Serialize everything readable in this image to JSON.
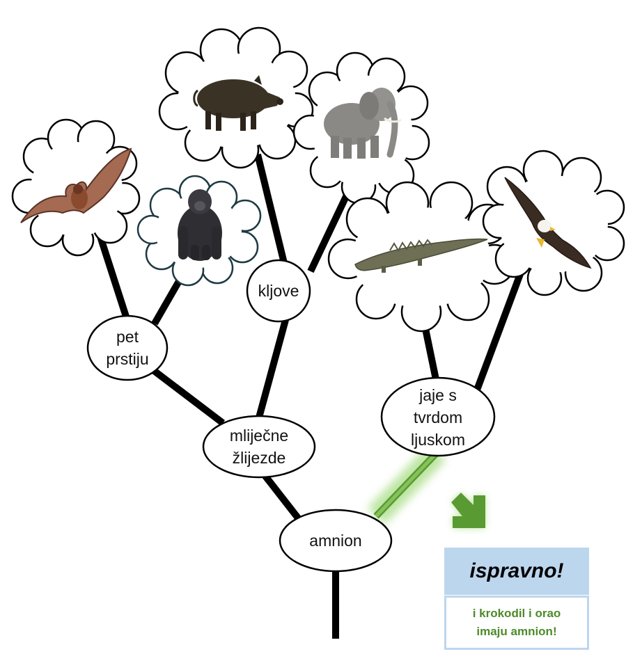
{
  "nodes": {
    "amnion": "amnion",
    "mlijecne_line1": "mliječne",
    "mlijecne_line2": "žlijezde",
    "pet_line1": "pet",
    "pet_line2": "prstiju",
    "kljove": "kljove",
    "jaje_line1": "jaje s",
    "jaje_line2": "tvrdom",
    "jaje_line3": "ljuskom"
  },
  "animals": [
    "bat-icon",
    "gorilla-icon",
    "boar-icon",
    "elephant-icon",
    "crocodile-icon",
    "eagle-icon"
  ],
  "feedback": {
    "title": "ispravno!",
    "line1": "i krokodil i orao",
    "line2": "imaju amnion!"
  },
  "colors": {
    "branch": "#000000",
    "highlight": "#5a9a32",
    "glow": "#b6e39a",
    "feedback_bg": "#bcd6ee",
    "feedback_text": "#4e8a2a"
  }
}
